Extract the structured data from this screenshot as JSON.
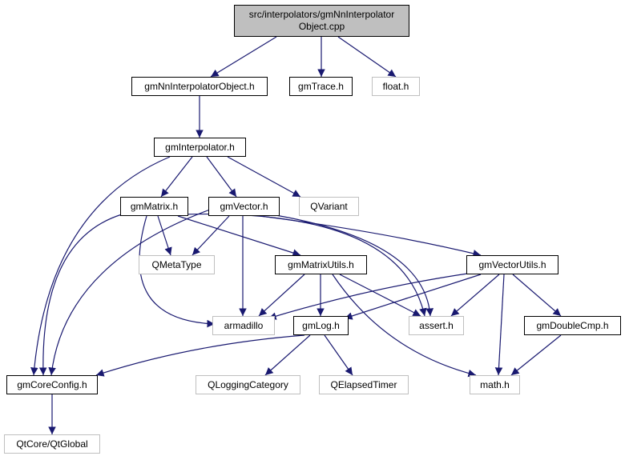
{
  "diagram": {
    "edge_color": "#191970",
    "root": {
      "line1": "src/interpolators/gmNnInterpolator",
      "line2": "Object.cpp"
    },
    "nodes": {
      "gmNnInterpolatorObject": "gmNnInterpolatorObject.h",
      "gmTrace": "gmTrace.h",
      "float": "float.h",
      "gmInterpolator": "gmInterpolator.h",
      "gmMatrix": "gmMatrix.h",
      "gmVector": "gmVector.h",
      "QVariant": "QVariant",
      "QMetaType": "QMetaType",
      "gmMatrixUtils": "gmMatrixUtils.h",
      "gmVectorUtils": "gmVectorUtils.h",
      "armadillo": "armadillo",
      "gmLog": "gmLog.h",
      "assert": "assert.h",
      "gmDoubleCmp": "gmDoubleCmp.h",
      "gmCoreConfig": "gmCoreConfig.h",
      "QLoggingCategory": "QLoggingCategory",
      "QElapsedTimer": "QElapsedTimer",
      "math": "math.h",
      "QtGlobal": "QtCore/QtGlobal"
    },
    "edges": [
      [
        "root",
        "gmNnInterpolatorObject"
      ],
      [
        "root",
        "gmTrace"
      ],
      [
        "root",
        "float"
      ],
      [
        "gmNnInterpolatorObject",
        "gmInterpolator"
      ],
      [
        "gmInterpolator",
        "gmMatrix"
      ],
      [
        "gmInterpolator",
        "gmVector"
      ],
      [
        "gmInterpolator",
        "QVariant"
      ],
      [
        "gmInterpolator",
        "gmCoreConfig"
      ],
      [
        "gmMatrix",
        "QMetaType"
      ],
      [
        "gmMatrix",
        "gmMatrixUtils"
      ],
      [
        "gmMatrix",
        "armadillo"
      ],
      [
        "gmMatrix",
        "assert"
      ],
      [
        "gmMatrix",
        "gmCoreConfig"
      ],
      [
        "gmVector",
        "QMetaType"
      ],
      [
        "gmVector",
        "gmVectorUtils"
      ],
      [
        "gmVector",
        "armadillo"
      ],
      [
        "gmVector",
        "assert"
      ],
      [
        "gmVector",
        "gmCoreConfig"
      ],
      [
        "gmMatrixUtils",
        "armadillo"
      ],
      [
        "gmMatrixUtils",
        "gmLog"
      ],
      [
        "gmMatrixUtils",
        "assert"
      ],
      [
        "gmMatrixUtils",
        "math"
      ],
      [
        "gmVectorUtils",
        "armadillo"
      ],
      [
        "gmVectorUtils",
        "gmLog"
      ],
      [
        "gmVectorUtils",
        "assert"
      ],
      [
        "gmVectorUtils",
        "math"
      ],
      [
        "gmVectorUtils",
        "gmDoubleCmp"
      ],
      [
        "gmLog",
        "gmCoreConfig"
      ],
      [
        "gmLog",
        "QLoggingCategory"
      ],
      [
        "gmLog",
        "QElapsedTimer"
      ],
      [
        "gmDoubleCmp",
        "math"
      ],
      [
        "gmCoreConfig",
        "QtGlobal"
      ]
    ]
  }
}
